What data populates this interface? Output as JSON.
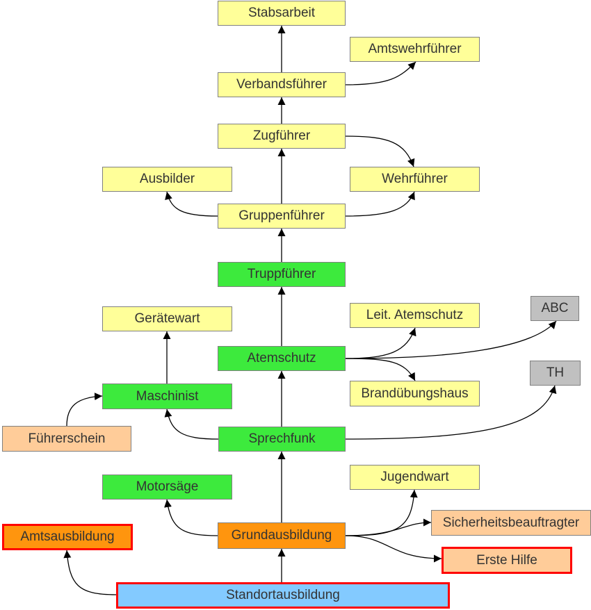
{
  "colors": {
    "yellow": "#ffff99",
    "green": "#3dea3d",
    "orange": "#ff950e",
    "peach": "#ffcc99",
    "blue": "#83caff",
    "gray": "#c0c0c0",
    "highlight_border": "#ff0000"
  },
  "nodes": {
    "stabsarbeit": {
      "label": "Stabsarbeit",
      "color": "yellow"
    },
    "amtswehrfuehrer": {
      "label": "Amtswehrführer",
      "color": "yellow"
    },
    "verbandsfuehrer": {
      "label": "Verbandsführer",
      "color": "yellow"
    },
    "zugfuehrer": {
      "label": "Zugführer",
      "color": "yellow"
    },
    "ausbilder": {
      "label": "Ausbilder",
      "color": "yellow"
    },
    "wehrfuehrer": {
      "label": "Wehrführer",
      "color": "yellow"
    },
    "gruppenfuehrer": {
      "label": "Gruppenführer",
      "color": "yellow"
    },
    "truppfuehrer": {
      "label": "Truppführer",
      "color": "green"
    },
    "geraetewart": {
      "label": "Gerätewart",
      "color": "yellow"
    },
    "leit_atemschutz": {
      "label": "Leit. Atemschutz",
      "color": "yellow"
    },
    "abc": {
      "label": "ABC",
      "color": "gray"
    },
    "atemschutz": {
      "label": "Atemschutz",
      "color": "green"
    },
    "brandubungshaus": {
      "label": "Brandübungshaus",
      "color": "yellow"
    },
    "th": {
      "label": "TH",
      "color": "gray"
    },
    "maschinist": {
      "label": "Maschinist",
      "color": "green"
    },
    "fuehrerschein": {
      "label": "Führerschein",
      "color": "peach"
    },
    "sprechfunk": {
      "label": "Sprechfunk",
      "color": "green"
    },
    "motorsaege": {
      "label": "Motorsäge",
      "color": "green"
    },
    "jugendwart": {
      "label": "Jugendwart",
      "color": "yellow"
    },
    "sicherheitsbeauftragter": {
      "label": "Sicherheitsbeauftragter",
      "color": "peach"
    },
    "amtsausbildung": {
      "label": "Amtsausbildung",
      "color": "orange",
      "highlighted": true
    },
    "grundausbildung": {
      "label": "Grundausbildung",
      "color": "orange"
    },
    "erste_hilfe": {
      "label": "Erste Hilfe",
      "color": "peach",
      "highlighted": true
    },
    "standortausbildung": {
      "label": "Standortausbildung",
      "color": "blue",
      "highlighted": true
    }
  },
  "edges": [
    {
      "from": "verbandsfuehrer",
      "to": "stabsarbeit"
    },
    {
      "from": "verbandsfuehrer",
      "to": "amtswehrfuehrer"
    },
    {
      "from": "zugfuehrer",
      "to": "verbandsfuehrer"
    },
    {
      "from": "zugfuehrer",
      "to": "wehrfuehrer"
    },
    {
      "from": "gruppenfuehrer",
      "to": "zugfuehrer"
    },
    {
      "from": "gruppenfuehrer",
      "to": "ausbilder"
    },
    {
      "from": "gruppenfuehrer",
      "to": "wehrfuehrer"
    },
    {
      "from": "truppfuehrer",
      "to": "gruppenfuehrer"
    },
    {
      "from": "atemschutz",
      "to": "truppfuehrer"
    },
    {
      "from": "atemschutz",
      "to": "leit_atemschutz"
    },
    {
      "from": "atemschutz",
      "to": "abc"
    },
    {
      "from": "atemschutz",
      "to": "brandubungshaus"
    },
    {
      "from": "maschinist",
      "to": "geraetewart"
    },
    {
      "from": "fuehrerschein",
      "to": "maschinist"
    },
    {
      "from": "sprechfunk",
      "to": "atemschutz"
    },
    {
      "from": "sprechfunk",
      "to": "maschinist"
    },
    {
      "from": "sprechfunk",
      "to": "th"
    },
    {
      "from": "grundausbildung",
      "to": "sprechfunk"
    },
    {
      "from": "grundausbildung",
      "to": "motorsaege"
    },
    {
      "from": "grundausbildung",
      "to": "jugendwart"
    },
    {
      "from": "grundausbildung",
      "to": "sicherheitsbeauftragter"
    },
    {
      "from": "grundausbildung",
      "to": "erste_hilfe"
    },
    {
      "from": "standortausbildung",
      "to": "grundausbildung"
    },
    {
      "from": "standortausbildung",
      "to": "amtsausbildung"
    }
  ]
}
